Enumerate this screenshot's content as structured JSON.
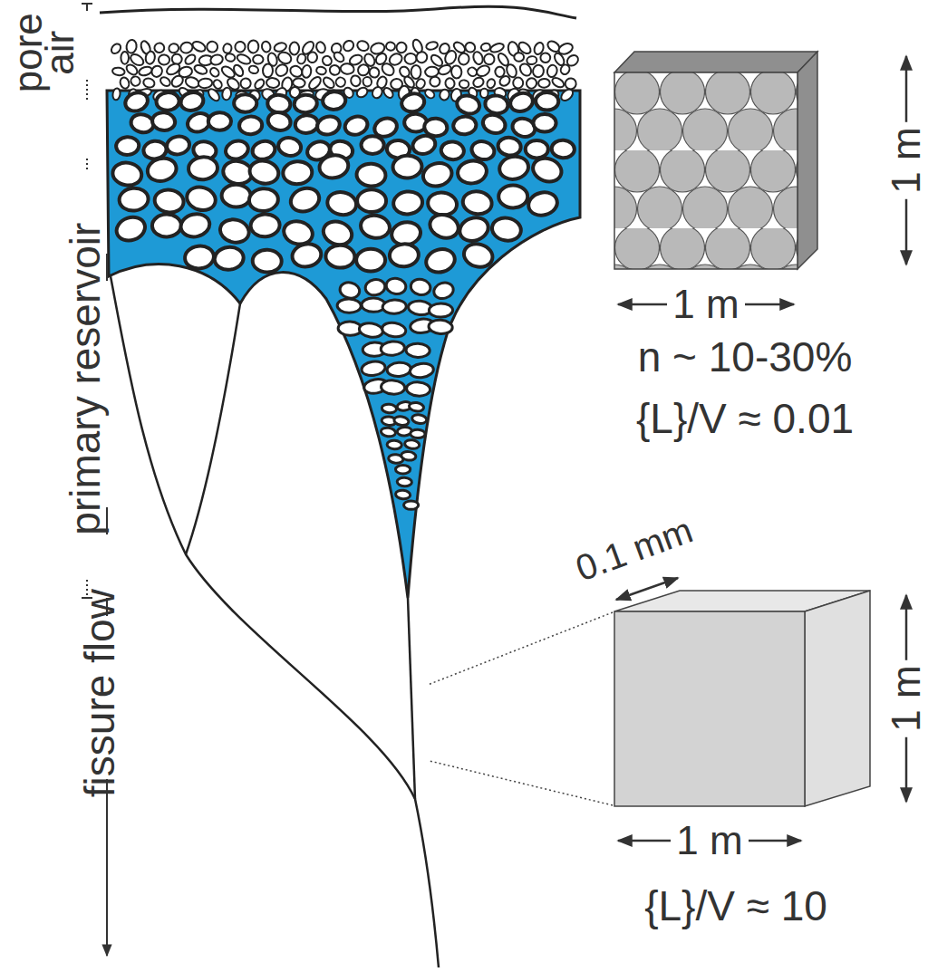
{
  "diagram": {
    "labels": [
      "pore air",
      "primary reservoir",
      "fissure flow",
      "1 m",
      "1 m",
      "n ~ 10-30%",
      "{L}/V ≈ 0.01",
      "0.1 mm",
      "1 m",
      "1 m",
      "{L}/V ≈ 10"
    ]
  }
}
